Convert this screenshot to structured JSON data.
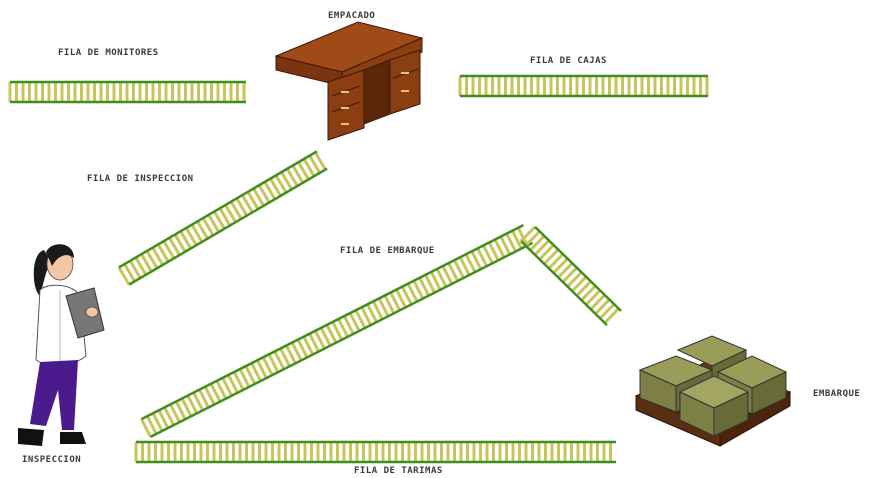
{
  "labels": {
    "fila_monitores": "FILA DE MONITORES",
    "empacado": "EMPACADO",
    "fila_cajas": "FILA DE CAJAS",
    "fila_inspeccion": "FILA DE INSPECCION",
    "fila_embarque": "FILA DE EMBARQUE",
    "inspeccion": "INSPECCION",
    "fila_tarimas": "FILA DE TARIMAS",
    "embarque": "EMBARQUE"
  },
  "icons": {
    "desk": "desk-icon",
    "worker": "inspector-person-icon",
    "pallet": "pallet-with-boxes-icon"
  },
  "colors": {
    "conveyor_rail": "#3f8f1f",
    "conveyor_roller": "#c8c45a",
    "desk_wood": "#8b3e12",
    "box": "#7d7f45",
    "pallet": "#5a2e12",
    "worker_pants": "#4b1a8c"
  }
}
